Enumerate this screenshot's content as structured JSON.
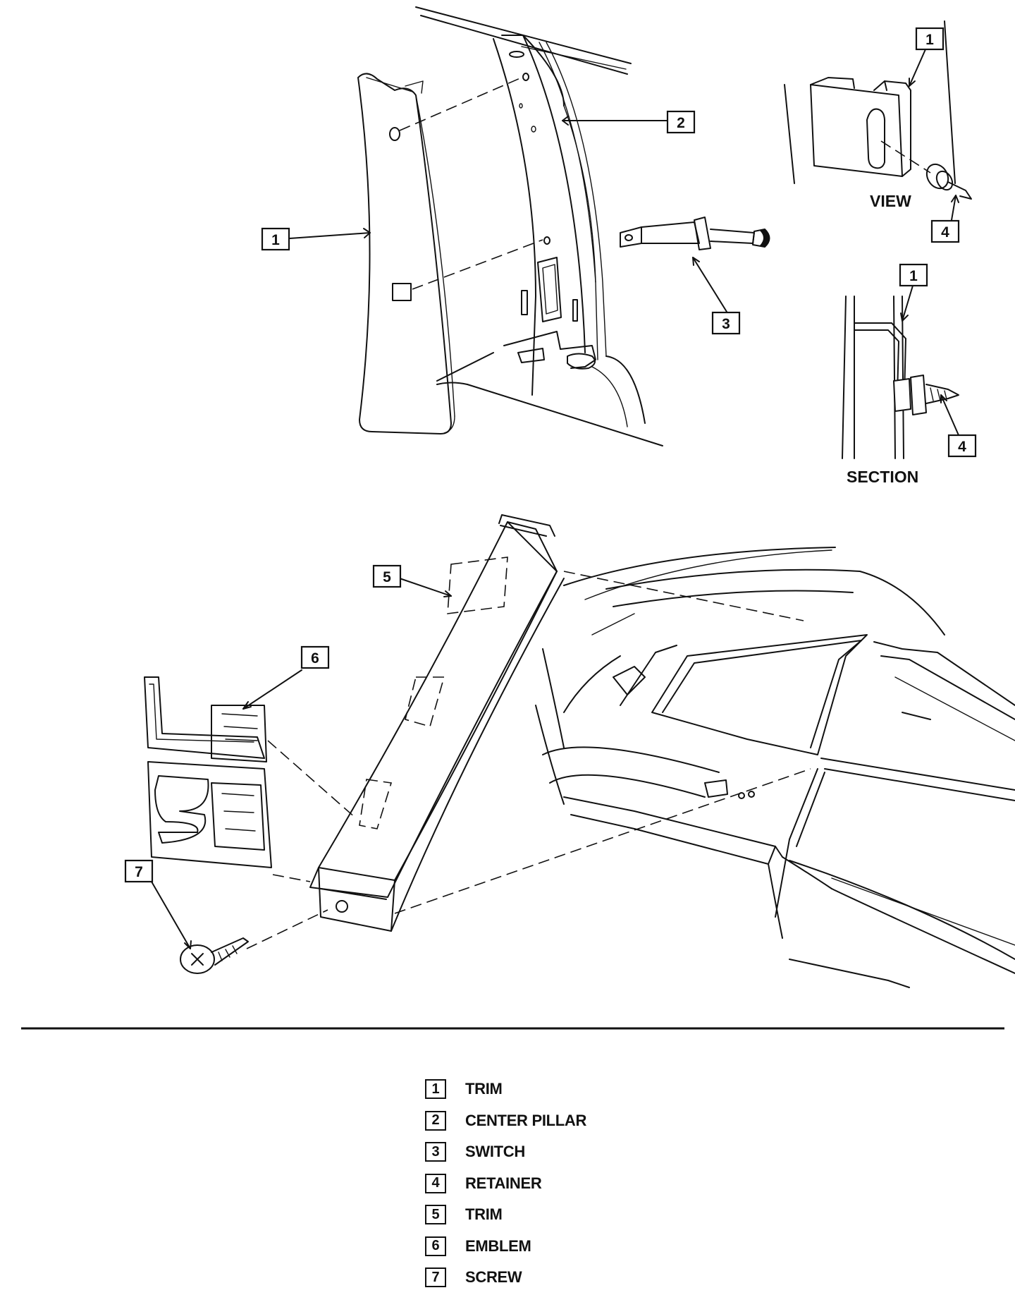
{
  "callouts": {
    "c1_trim": "1",
    "c2_pillar": "2",
    "c3_switch": "3",
    "c1_view": "1",
    "c4_view": "4",
    "c1_section": "1",
    "c4_section": "4",
    "c5_trim": "5",
    "c6_emblem": "6",
    "c7_screw": "7"
  },
  "labels": {
    "view": "VIEW",
    "section": "SECTION"
  },
  "legend": [
    {
      "num": "1",
      "text": "TRIM"
    },
    {
      "num": "2",
      "text": "CENTER PILLAR"
    },
    {
      "num": "3",
      "text": "SWITCH"
    },
    {
      "num": "4",
      "text": "RETAINER"
    },
    {
      "num": "5",
      "text": "TRIM"
    },
    {
      "num": "6",
      "text": "EMBLEM"
    },
    {
      "num": "7",
      "text": "SCREW"
    }
  ]
}
